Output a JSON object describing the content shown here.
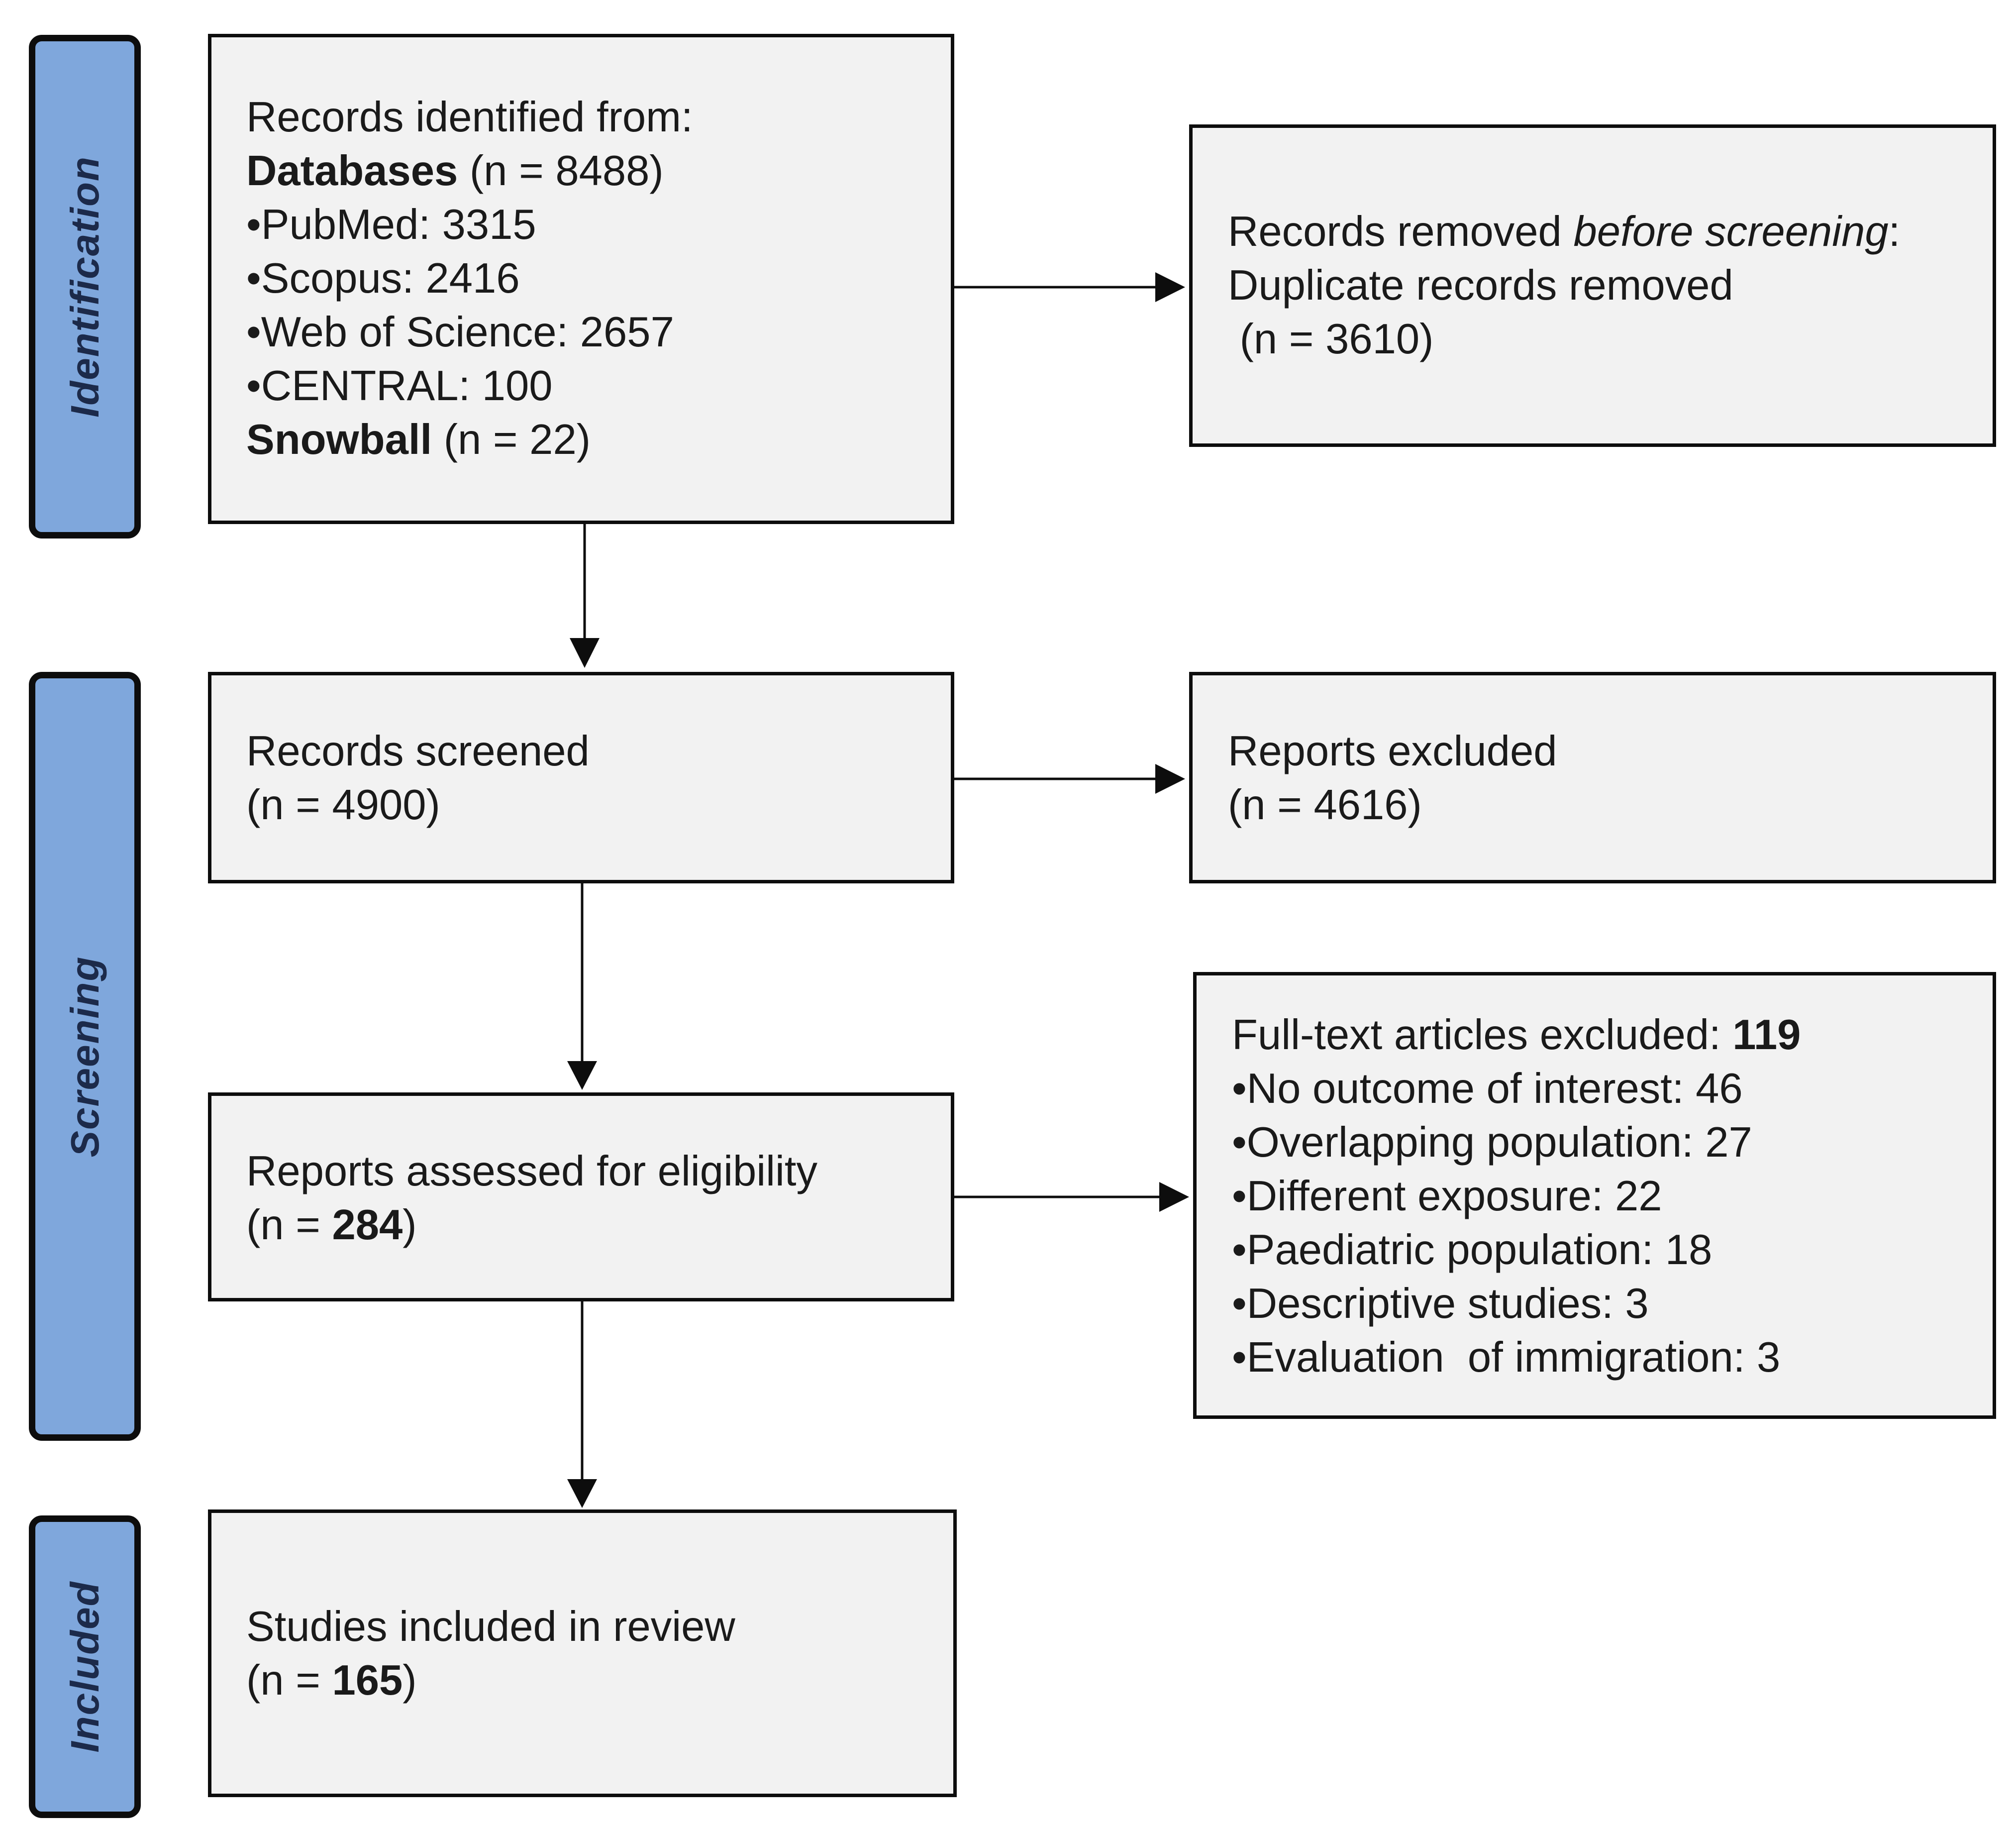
{
  "phases": {
    "identification": "Identification",
    "screening": "Screening",
    "included": "Included"
  },
  "identified": {
    "title": "Records identified from:",
    "databases_label": "Databases",
    "databases_count": "(n = 8488)",
    "pubmed": "•PubMed: 3315",
    "scopus": "•Scopus: 2416",
    "wos": "•Web of Science: 2657",
    "central": "•CENTRAL: 100",
    "snowball_label": "Snowball",
    "snowball_count": "(n = 22)"
  },
  "removed": {
    "prefix": "Records removed ",
    "emph": "before screening",
    "suffix": ":",
    "line2": "Duplicate records removed",
    "line3": " (n = 3610)"
  },
  "screened": {
    "title": "Records screened",
    "count": "(n = 4900)"
  },
  "excluded": {
    "title": "Reports excluded",
    "count": "(n = 4616)"
  },
  "assessed": {
    "title": "Reports assessed for eligibility",
    "open": "(n = ",
    "num": "284",
    "close": ")"
  },
  "fulltext": {
    "title": "Full-text articles excluded: ",
    "num": "119",
    "r1": "•No outcome of interest: 46",
    "r2": "•Overlapping population: 27",
    "r3": "•Different exposure: 22",
    "r4": "•Paediatric population: 18",
    "r5": "•Descriptive studies: 3",
    "r6": "•Evaluation  of immigration: 3"
  },
  "included_box": {
    "title": "Studies included in review",
    "open": "(n = ",
    "num": "165",
    "close": ")"
  }
}
